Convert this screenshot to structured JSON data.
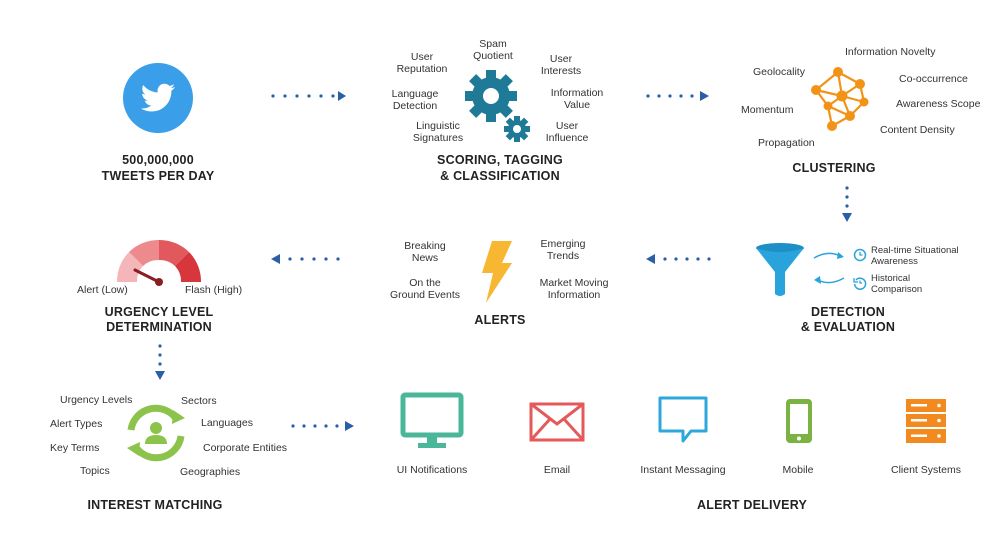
{
  "stages": {
    "tweets": {
      "title_line1": "500,000,000",
      "title_line2": "TWEETS PER DAY"
    },
    "scoring": {
      "title_line1": "SCORING, TAGGING",
      "title_line2": "& CLASSIFICATION",
      "labels": {
        "spam_quotient": "Spam\nQuotient",
        "user_reputation": "User\nReputation",
        "user_interests": "User\nInterests",
        "language_detection": "Language\nDetection",
        "information_value": "Information\nValue",
        "linguistic_signatures": "Linguistic\nSignatures",
        "user_influence": "User\nInfluence"
      }
    },
    "clustering": {
      "title": "CLUSTERING",
      "labels": {
        "information_novelty": "Information Novelty",
        "geolocality": "Geolocality",
        "co_occurrence": "Co-occurrence",
        "momentum": "Momentum",
        "awareness_scope": "Awareness Scope",
        "content_density": "Content Density",
        "propagation": "Propagation"
      }
    },
    "detection": {
      "title_line1": "DETECTION",
      "title_line2": "& EVALUATION",
      "realtime": "Real-time Situational\nAwareness",
      "historical": "Historical\nComparison"
    },
    "alerts": {
      "title": "ALERTS",
      "labels": {
        "breaking_news": "Breaking\nNews",
        "emerging_trends": "Emerging\nTrends",
        "on_the_ground": "On the\nGround Events",
        "market_moving": "Market Moving\nInformation"
      }
    },
    "urgency": {
      "title_line1": "URGENCY LEVEL",
      "title_line2": "DETERMINATION",
      "alert_low": "Alert (Low)",
      "flash_high": "Flash (High)"
    },
    "interest": {
      "title": "INTEREST MATCHING",
      "labels": {
        "urgency_levels": "Urgency Levels",
        "sectors": "Sectors",
        "alert_types": "Alert Types",
        "languages": "Languages",
        "key_terms": "Key Terms",
        "corporate_entities": "Corporate Entities",
        "topics": "Topics",
        "geographies": "Geographies"
      }
    },
    "delivery": {
      "title": "ALERT DELIVERY",
      "channels": {
        "ui": "UI Notifications",
        "email": "Email",
        "im": "Instant Messaging",
        "mobile": "Mobile",
        "client": "Client Systems"
      }
    }
  },
  "icons": {
    "twitter": "twitter-bird-icon",
    "gears": "gears-icon",
    "network": "network-graph-icon",
    "funnel": "funnel-icon",
    "lightning": "lightning-bolt-icon",
    "gauge": "gauge-icon",
    "cycle": "user-cycle-icon",
    "monitor": "monitor-icon",
    "envelope": "envelope-icon",
    "chat": "chat-bubble-icon",
    "phone": "mobile-phone-icon",
    "server": "server-stack-icon",
    "clock": "clock-icon",
    "history": "history-icon"
  },
  "colors": {
    "twitter_blue": "#3a9fe8",
    "gear_teal": "#1e7a96",
    "network_orange": "#f29317",
    "funnel_blue": "#29a3dc",
    "lightning_yellow": "#f7b733",
    "gauge_red": "#d7363c",
    "cycle_green": "#8cc34b",
    "monitor_green": "#4ab79b",
    "envelope_red": "#e45a5a",
    "chat_blue": "#2ea7db",
    "phone_green": "#7ab342",
    "server_orange": "#f28a1f",
    "arrow_blue": "#2a5fa8"
  }
}
